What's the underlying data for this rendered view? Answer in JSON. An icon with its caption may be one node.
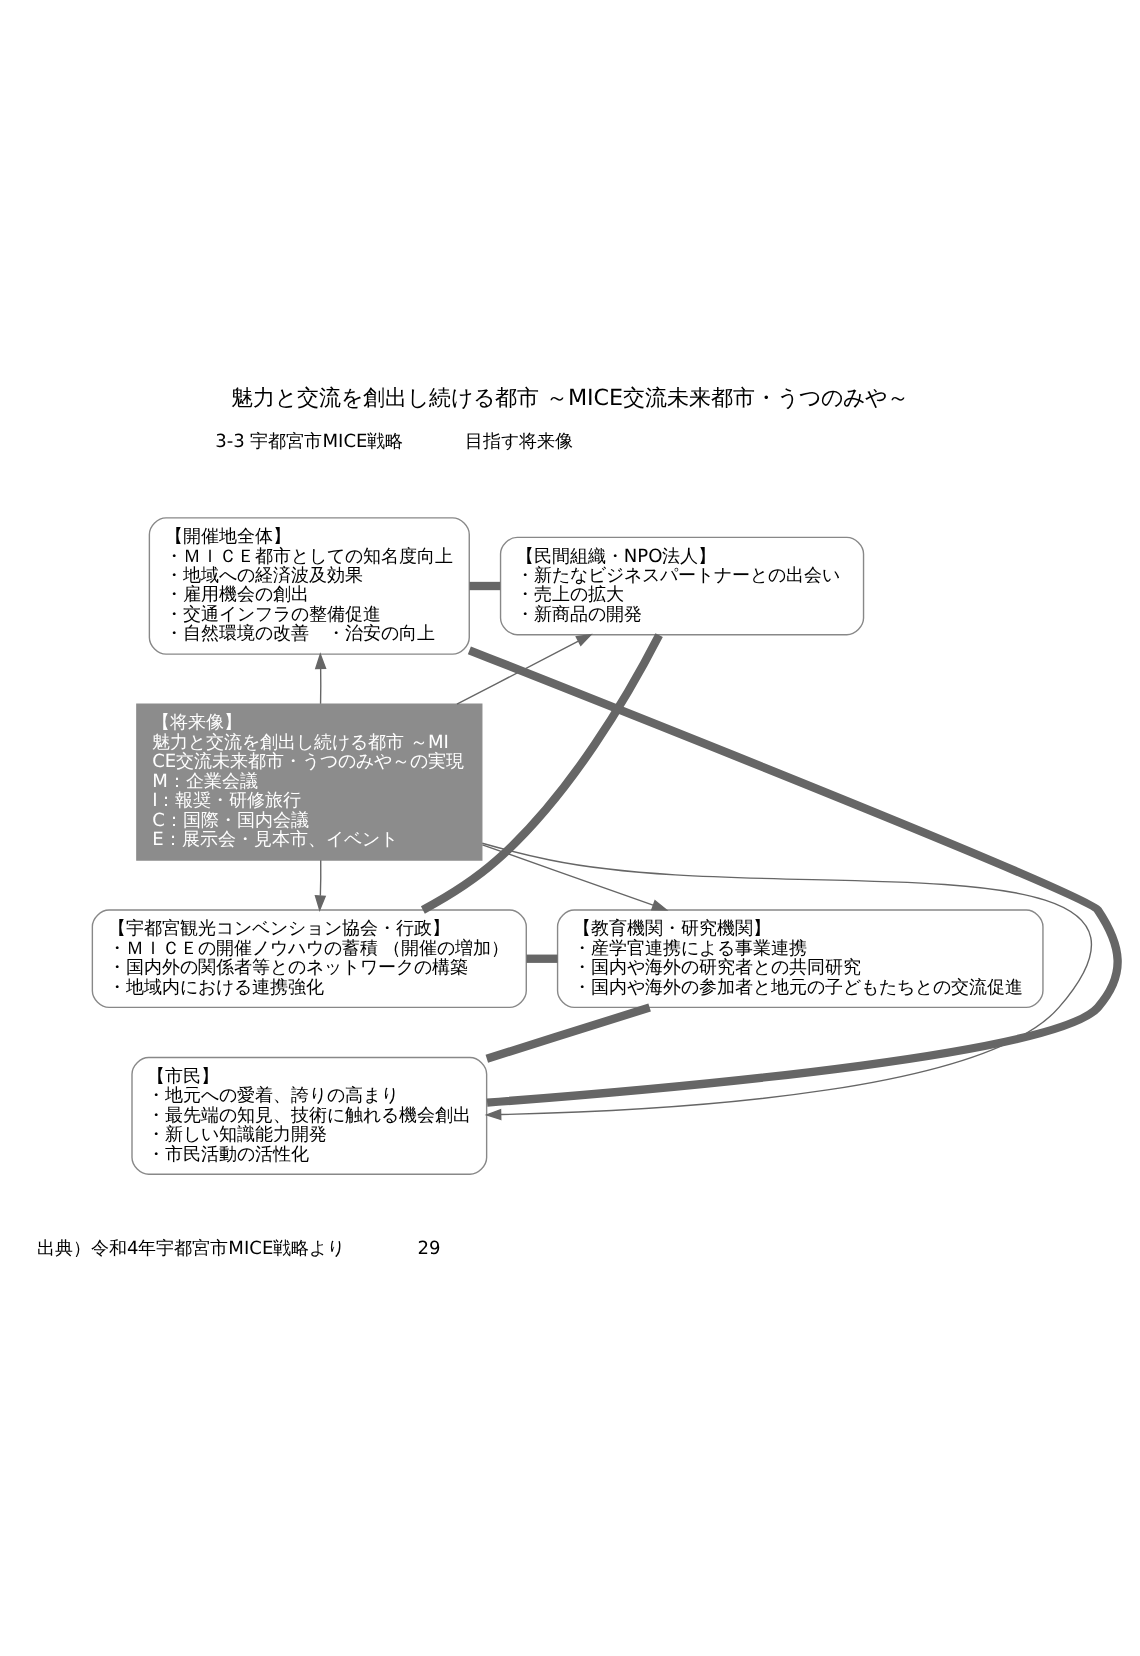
{
  "diagram": {
    "title": "魅力と交流を創出し続ける都市 ～MICE交流未来都市・うつのみや～",
    "nodes": [
      {
        "text": [
          "【将来像】",
          "魅力と交流を創出し続ける都市 ～MICE交流未来都市・うつのみや～の実現",
          "M：企業会議",
          "I：報奨・研修旅行",
          "C：国際・国内会議",
          "E：展示会・見本市、イベント"
        ]
      },
      {
        "text": [
          "【開催地全体】",
          "・ＭＩＣＥ都市としての知名度向上",
          "・地域への経済波及効果",
          "・雇用機会の創出",
          "・交通インフラの整備促進",
          "・自然環境の改善　・治安の向上"
        ]
      },
      {
        "text": [
          "【民間組織・NPO法人】",
          "・新たなビジネスパートナーとの出会い",
          "・売上の拡大",
          "・新商品の開発"
        ]
      },
      {
        "text": [
          "【宇都宮観光コンベンション協会・行政】",
          "・ＭＩＣＥの開催ノウハウの蓄積 （開催の増加）",
          "・国内外の関係者等とのネットワークの構築",
          "・地域内における連携強化"
        ]
      },
      {
        "text": [
          "【教育機関・研究機関】",
          "・産学官連携による事業連携",
          "・国内や海外の研究者との共同研究",
          "・国内や海外の参加者と地元の子どもたちとの交流促進"
        ]
      },
      {
        "text": [
          "【市民】",
          "・地元への愛着、誇りの高まり",
          "・最先端の知見、技術に触れる機会創出",
          "・新しい知識能力開発",
          "・市民活動の活性化"
        ]
      }
    ],
    "edges": [
      {
        "from": 0,
        "to": 1,
        "arrow": "to"
      },
      {
        "from": 0,
        "to": 2,
        "arrow": "to"
      },
      {
        "from": 0,
        "to": 3,
        "arrow": "to"
      },
      {
        "from": 0,
        "to": 4,
        "arrow": "to"
      },
      {
        "from": 0,
        "to": 5,
        "arrow": "to"
      },
      {
        "from": 1,
        "to": 2,
        "arrow": "none",
        "style": "thick"
      },
      {
        "from": 2,
        "to": 3,
        "arrow": "none",
        "style": "thick"
      },
      {
        "from": 3,
        "to": 4,
        "arrow": "none",
        "style": "thick"
      },
      {
        "from": 4,
        "to": 5,
        "arrow": "none",
        "style": "thick"
      },
      {
        "from": 5,
        "to": 1,
        "arrow": "none",
        "style": "thick"
      }
    ],
    "labels": [
      "3-3 宇都宮市MICE戦略",
      "目指す将来像",
      "出典）令和4年宇都宮市MICE戦略より",
      "29"
    ]
  }
}
